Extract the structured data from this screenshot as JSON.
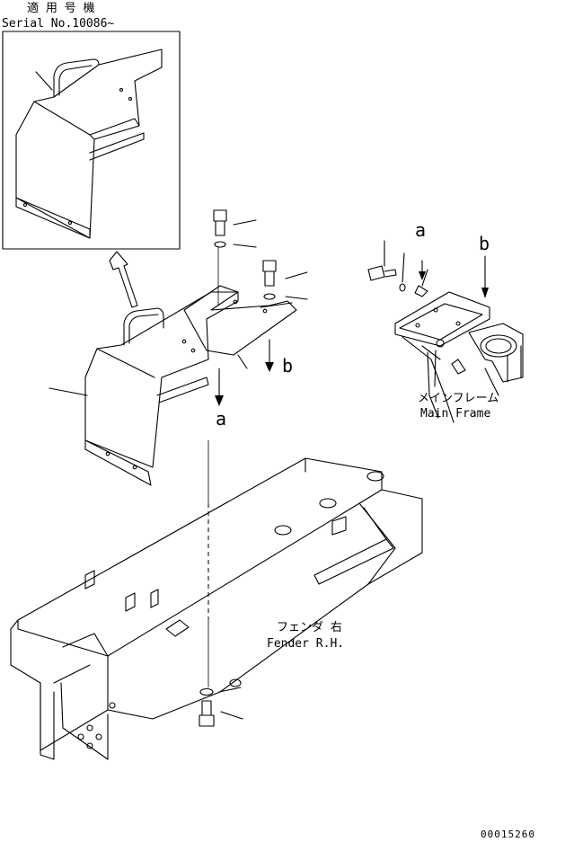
{
  "header": {
    "applicable_label": "適 用 号 機",
    "serial_label": "Serial No.10086~"
  },
  "callouts": {
    "mark_a": "a",
    "mark_b": "b"
  },
  "labels": {
    "main_frame_jp": "メインフレーム",
    "main_frame_en": "Main Frame",
    "fender_jp": "フェンダ 右",
    "fender_en": "Fender R.H."
  },
  "footer": {
    "drawing_number": "00015260"
  }
}
